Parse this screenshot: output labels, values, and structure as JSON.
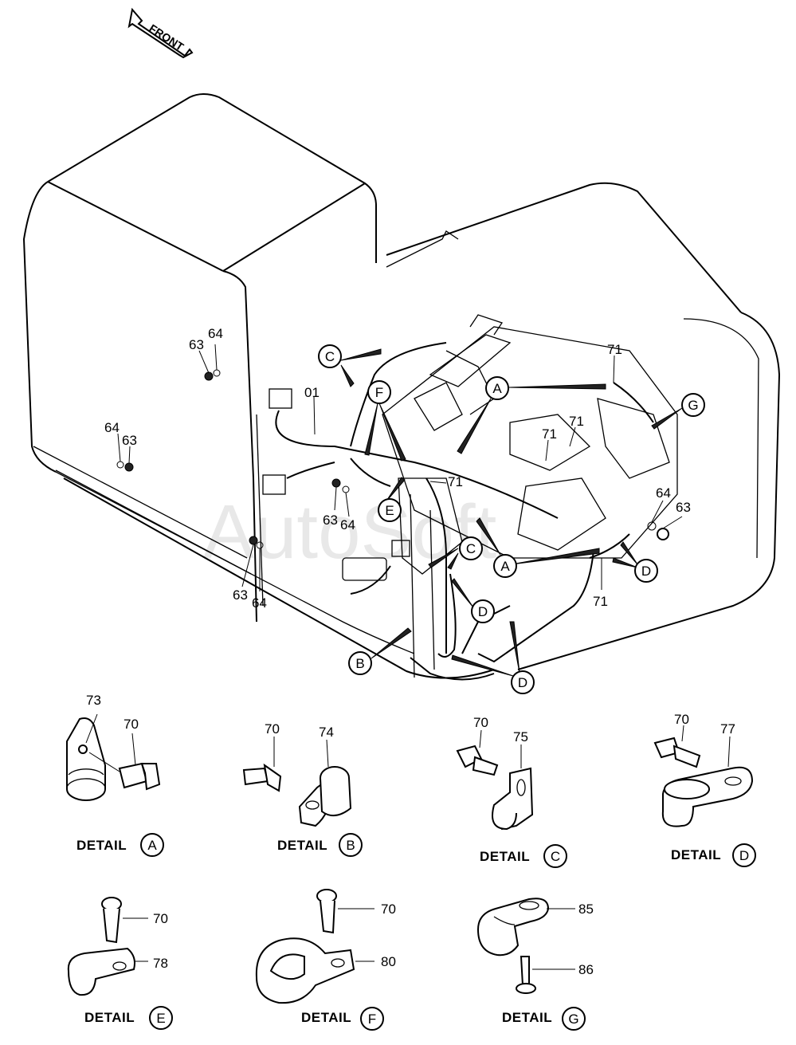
{
  "watermark": "AutoSoft",
  "front_label": "FRONT",
  "main_labels": {
    "harness": "01",
    "n63_a": "63",
    "n64_a": "64",
    "n64_b": "64",
    "n63_b": "63",
    "n63_c": "63",
    "n64_c": "64",
    "n63_d": "63",
    "n64_d": "64",
    "n64_e": "64",
    "n63_e": "63",
    "n71_a": "71",
    "n71_b": "71",
    "n71_c": "71",
    "n71_d": "71",
    "n71_e": "71"
  },
  "callouts": {
    "c_top": "C",
    "f_top": "F",
    "a_top": "A",
    "g_right": "G",
    "e_mid": "E",
    "c_mid": "C",
    "a_mid": "A",
    "d_right": "D",
    "d_mid": "D",
    "b_left": "B",
    "d_bottom": "D"
  },
  "details": [
    {
      "key": "A",
      "word": "DETAIL",
      "letter": "A",
      "clamp": "73",
      "bolt": "70"
    },
    {
      "key": "B",
      "word": "DETAIL",
      "letter": "B",
      "clamp": "74",
      "bolt": "70"
    },
    {
      "key": "C",
      "word": "DETAIL",
      "letter": "C",
      "clamp": "75",
      "bolt": "70"
    },
    {
      "key": "D",
      "word": "DETAIL",
      "letter": "D",
      "clamp": "77",
      "bolt": "70"
    },
    {
      "key": "E",
      "word": "DETAIL",
      "letter": "E",
      "clamp": "78",
      "bolt": "70"
    },
    {
      "key": "F",
      "word": "DETAIL",
      "letter": "F",
      "clamp": "80",
      "bolt": "70"
    },
    {
      "key": "G",
      "word": "DETAIL",
      "letter": "G",
      "clamp": "85",
      "bolt": "86"
    }
  ]
}
